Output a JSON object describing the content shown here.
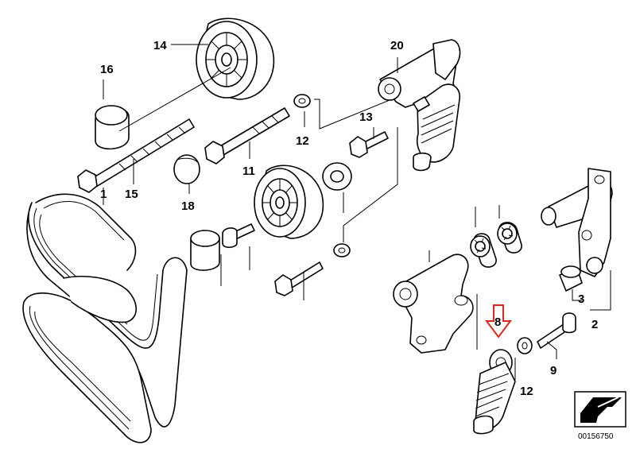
{
  "callouts": {
    "n1": "1",
    "n2": "2",
    "n3": "3",
    "n8": "8",
    "n9": "9",
    "n11": "11",
    "n12a": "12",
    "n12b": "12",
    "n13": "13",
    "n14": "14",
    "n15": "15",
    "n16": "16",
    "n18": "18",
    "n20": "20"
  },
  "diagram_code": "00156750",
  "colors": {
    "line": "#000000",
    "background": "#ffffff",
    "highlight_arrow": "#e0291c"
  },
  "icons": {
    "highlight": "down-arrow-outline-icon",
    "corner": "bent-arrow-icon"
  }
}
